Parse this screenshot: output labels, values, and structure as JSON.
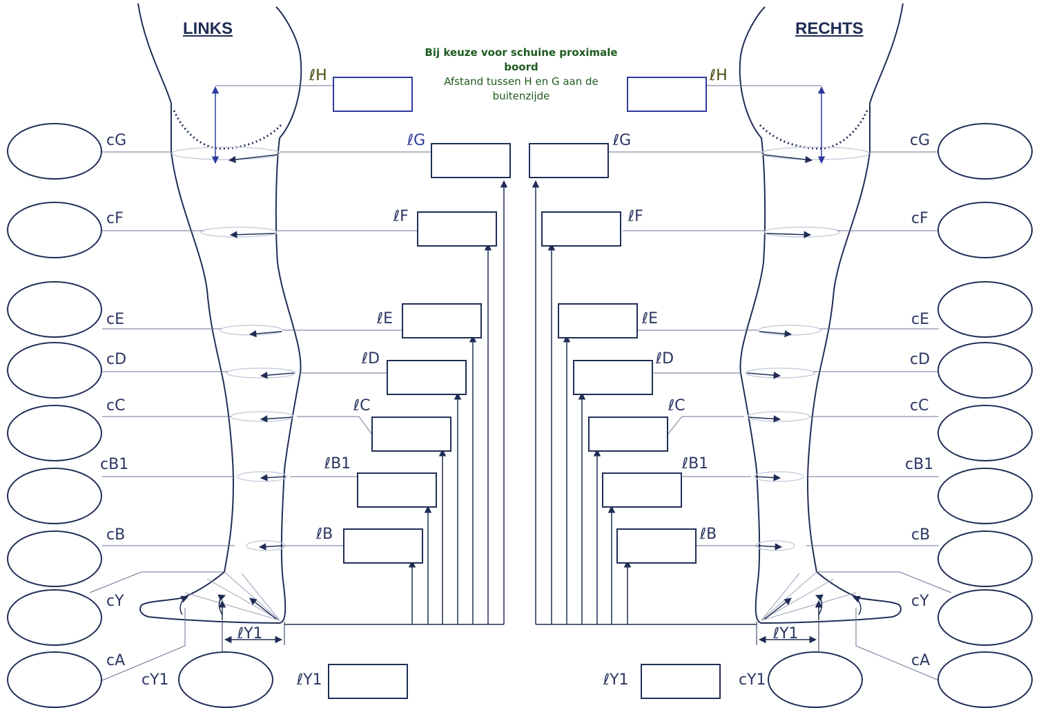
{
  "headings": {
    "left": "LINKS",
    "right": "RECHTS"
  },
  "note": {
    "bold": "Bij keuze voor schuine proximale boord",
    "plain": "Afstand tussen H en G aan de buitenzijde"
  },
  "length_labels": {
    "H": "ℓH",
    "G": "ℓG",
    "F": "ℓF",
    "E": "ℓE",
    "D": "ℓD",
    "C": "ℓC",
    "B1": "ℓB1",
    "B": "ℓB",
    "Y1": "ℓY1"
  },
  "circ_labels": {
    "G": "cG",
    "F": "cF",
    "E": "cE",
    "D": "cD",
    "C": "cC",
    "B1": "cB1",
    "B": "cB",
    "Y": "cY",
    "A": "cA",
    "Y1": "cY1"
  },
  "colors": {
    "outline": "#1f2d55",
    "accent_blue": "#2e3a9c",
    "note_green": "#1d5a1d",
    "olive": "#4a4a10"
  }
}
